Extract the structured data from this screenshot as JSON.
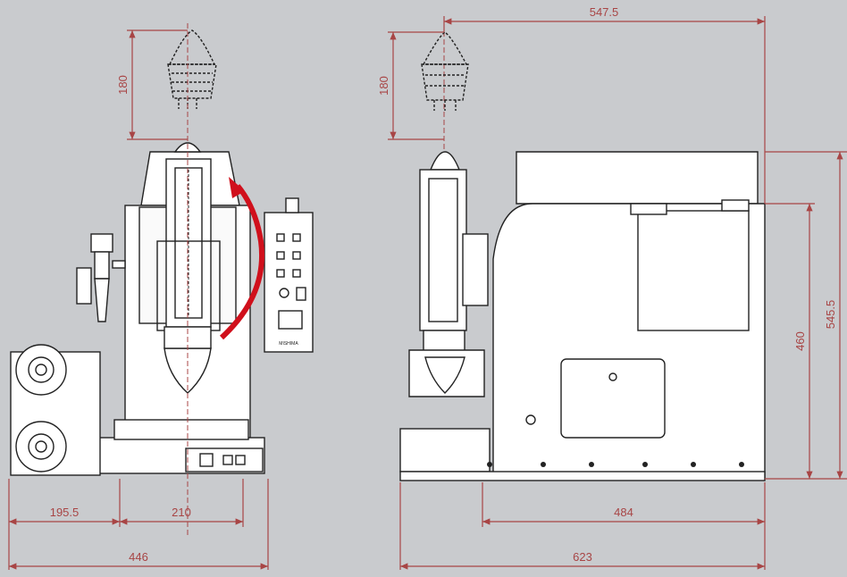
{
  "colors": {
    "background": "#c9cbce",
    "dimension": "#a84545",
    "machine_fill": "#ffffff",
    "machine_line": "#222222",
    "rotation_arrow": "#d0101c"
  },
  "front_view": {
    "tool_travel": "180",
    "width_left": "195.5",
    "width_right": "210",
    "overall_width": "446",
    "panel_label": "MISHIMA"
  },
  "side_view": {
    "tool_travel": "180",
    "top_length": "547.5",
    "body_height": "460",
    "overall_height": "545.5",
    "base_length": "484",
    "overall_length": "623"
  },
  "icons": {
    "rotation": "rotation-arrow-icon"
  }
}
